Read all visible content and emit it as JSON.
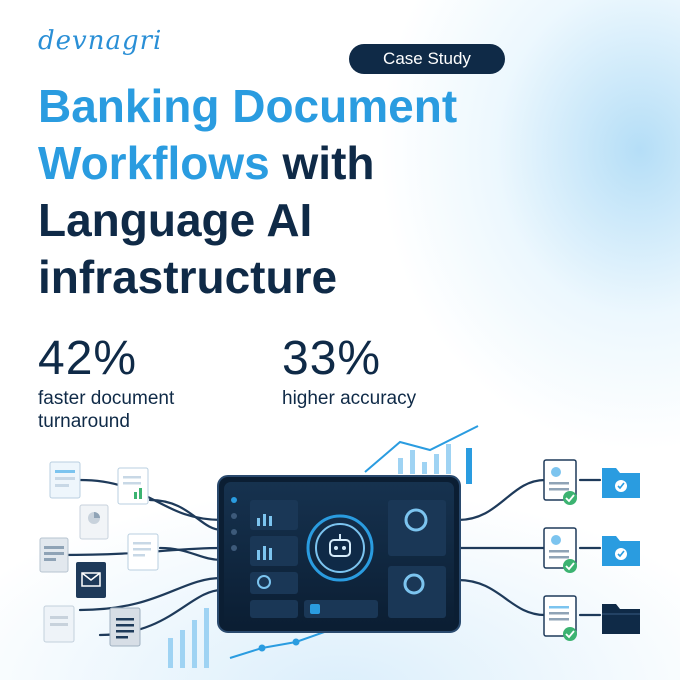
{
  "brand": {
    "logo_text": "devnagri"
  },
  "badge": {
    "label": "Case Study"
  },
  "headline": {
    "part1": "Banking Document",
    "part2": "Workflows",
    "part3": " with",
    "part4": "Language AI",
    "part5": "infrastructure"
  },
  "stats": [
    {
      "value": "42%",
      "label": "faster document turnaround"
    },
    {
      "value": "33%",
      "label": "higher accuracy"
    }
  ],
  "colors": {
    "navy": "#0f2a47",
    "accent_blue": "#2a9ce0",
    "light_blue": "#7cc4ef",
    "check_green": "#3cb371"
  },
  "illustration": {
    "left_icons": [
      "form-document-icon",
      "chart-document-icon",
      "pie-document-icon",
      "table-document-icon",
      "chart-document-icon",
      "mail-icon",
      "document-icon",
      "text-document-icon"
    ],
    "center_icon": "ai-robot-icon",
    "right_icons": [
      "approved-document-icon",
      "folder-check-icon",
      "approved-document-icon",
      "folder-check-icon",
      "approved-document-icon",
      "folder-icon"
    ]
  }
}
